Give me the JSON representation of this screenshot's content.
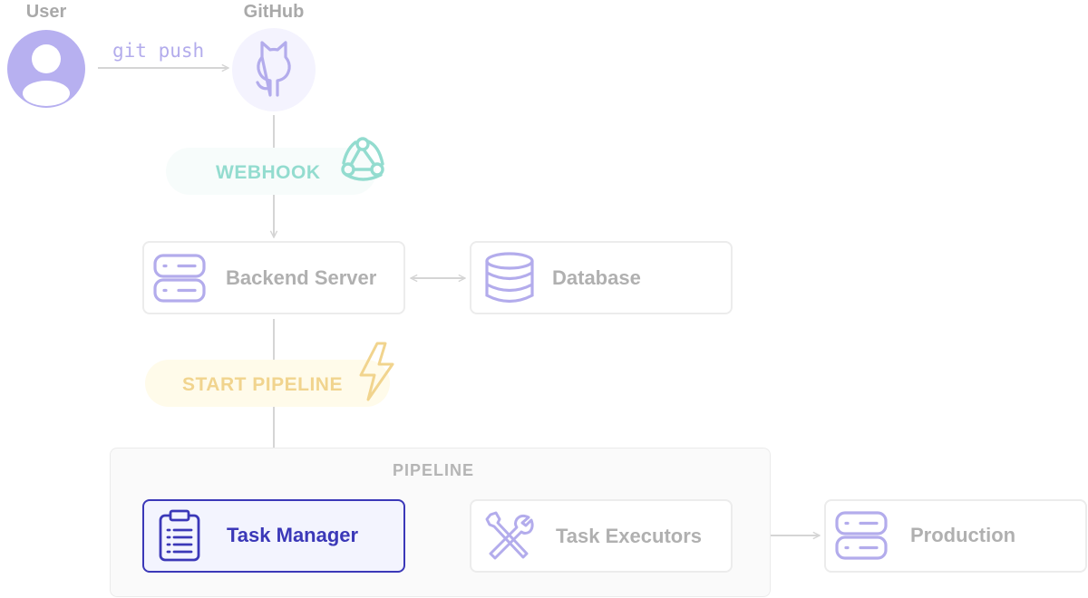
{
  "actors": {
    "user": {
      "label": "User"
    },
    "github": {
      "label": "GitHub"
    }
  },
  "edges": {
    "git_push": "git push",
    "webhook": "WEBHOOK",
    "start_pipeline": "START PIPELINE"
  },
  "nodes": {
    "backend": "Backend Server",
    "database": "Database",
    "task_manager": "Task Manager",
    "task_executors": "Task Executors",
    "production": "Production"
  },
  "pipeline_group": {
    "label": "PIPELINE"
  },
  "colors": {
    "accent_purple": "#b3acec",
    "active_blue": "#3b38b8",
    "webhook_teal": "#93dccf",
    "pipeline_yellow": "#f1d48e",
    "connector_gray": "#d5d5d5"
  },
  "icons": {
    "user": "user-avatar-icon",
    "github": "github-octocat-icon",
    "webhook": "webhook-icon",
    "backend": "server-stack-icon",
    "database": "database-icon",
    "pipeline": "lightning-bolt-icon",
    "task_manager": "clipboard-list-icon",
    "task_executors": "wrench-screwdriver-icon",
    "production": "server-stack-icon"
  }
}
